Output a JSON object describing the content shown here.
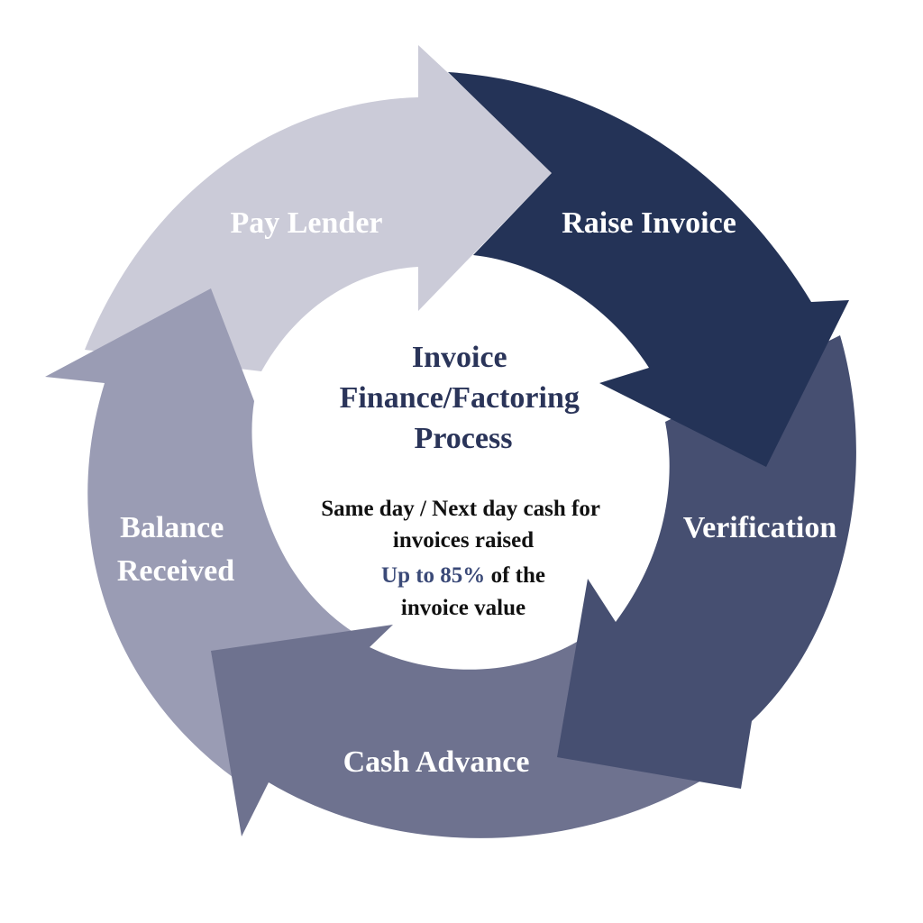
{
  "colors": {
    "raise_invoice": "#243357",
    "verification": "#464f71",
    "cash_advance": "#6e728f",
    "balance_received": "#9a9cb4",
    "pay_lender": "#cbcbd8",
    "center_title": "#2a3459",
    "center_text": "#111111",
    "highlight": "#3b4a78",
    "label_text": "#ffffff"
  },
  "segments": [
    {
      "id": "raise_invoice",
      "label": "Raise Invoice"
    },
    {
      "id": "verification",
      "label": "Verification"
    },
    {
      "id": "cash_advance",
      "label": "Cash Advance"
    },
    {
      "id": "balance_received",
      "label_line1": "Balance",
      "label_line2": "Received"
    },
    {
      "id": "pay_lender",
      "label": "Pay Lender"
    }
  ],
  "center": {
    "title_line1": "Invoice",
    "title_line2": "Finance/Factoring",
    "title_line3": "Process",
    "body_line1": "Same day / Next day cash for",
    "body_line2": "invoices raised",
    "body_highlight": "Up to 85%",
    "body_line3_rest": " of the",
    "body_line4": "invoice value"
  }
}
